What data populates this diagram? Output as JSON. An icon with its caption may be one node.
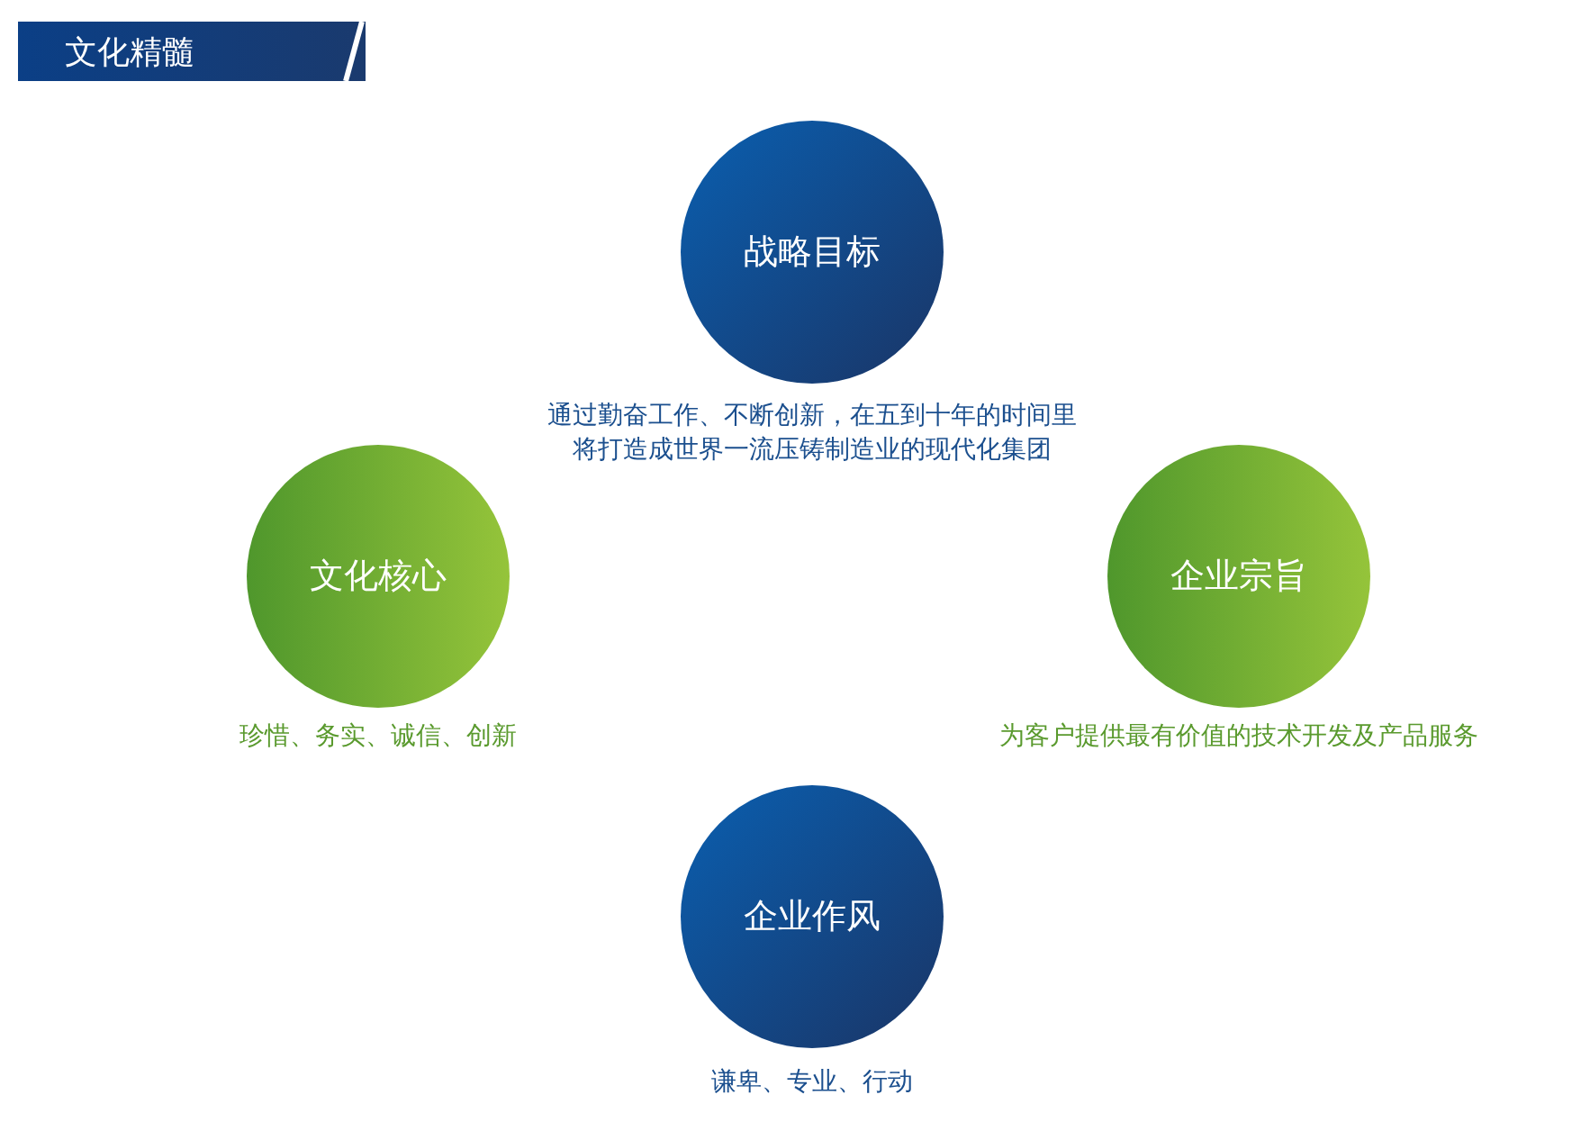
{
  "diagram": {
    "title": "文化精髓",
    "nodes": [
      {
        "text": [
          "战略目标"
        ],
        "beside": [
          "通过勤奋工作、不断创新，在五到十年的时间里将打造成世界一流压铸制造业的现代化集团"
        ]
      },
      {
        "text": [
          "文化核心"
        ],
        "beside": [
          "珍惜、务实、诚信、创新"
        ]
      },
      {
        "text": [
          "企业宗旨"
        ],
        "beside": [
          "为客户提供最有价值的技术开发及产品服务"
        ]
      },
      {
        "text": [
          "企业作风"
        ],
        "beside": [
          "谦卑、专业、行动"
        ]
      }
    ]
  }
}
